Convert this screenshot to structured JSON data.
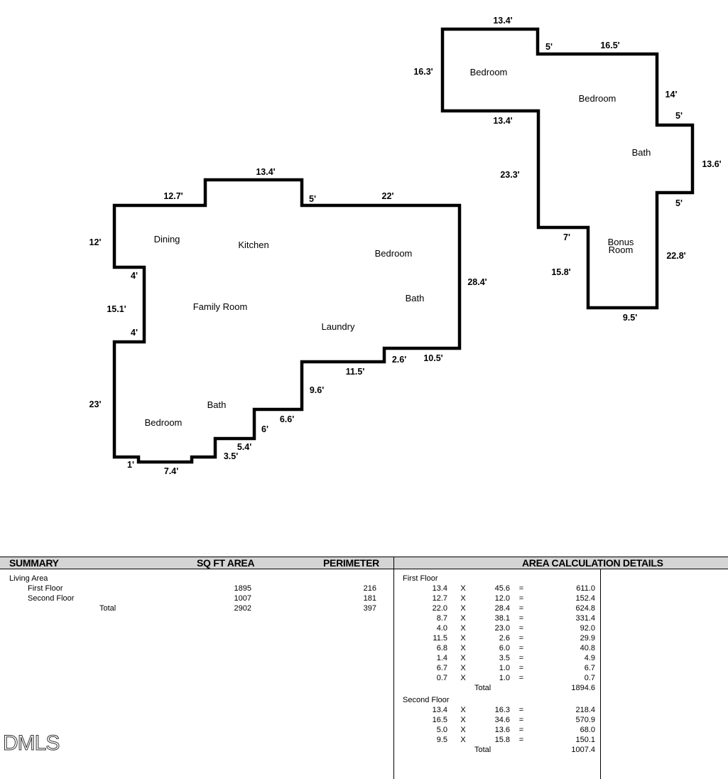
{
  "floor_plan": {
    "first_floor": {
      "dimensions": [
        "13.4'",
        "12.7'",
        "5'",
        "22'",
        "12'",
        "4'",
        "15.1'",
        "4'",
        "28.4'",
        "23'",
        "2.6'",
        "10.5'",
        "11.5'",
        "9.6'",
        "6.6'",
        "6'",
        "5.4'",
        "3.5'",
        "1'",
        "7.4'"
      ],
      "rooms": [
        "Dining",
        "Kitchen",
        "Bedroom",
        "Family Room",
        "Bath",
        "Laundry",
        "Bath",
        "Bedroom"
      ]
    },
    "second_floor": {
      "dimensions": [
        "13.4'",
        "5'",
        "16.5'",
        "16.3'",
        "14'",
        "5'",
        "13.4'",
        "13.6'",
        "23.3'",
        "5'",
        "7'",
        "22.8'",
        "15.8'",
        "9.5'"
      ],
      "rooms": [
        "Bedroom",
        "Bedroom",
        "Bath",
        "Bonus",
        "Room"
      ]
    }
  },
  "summary": {
    "headers": {
      "summary": "SUMMARY",
      "area": "SQ FT AREA",
      "perimeter": "PERIMETER",
      "details": "AREA CALCULATION DETAILS"
    },
    "section": "Living Area",
    "rows": [
      {
        "label": "First Floor",
        "area": "1895",
        "perimeter": "216"
      },
      {
        "label": "Second Floor",
        "area": "1007",
        "perimeter": "181"
      },
      {
        "label": "Total",
        "area": "2902",
        "perimeter": "397"
      }
    ]
  },
  "area_details": {
    "operator": "X",
    "equals": "=",
    "total_label": "Total",
    "first_floor": {
      "title": "First Floor",
      "rows": [
        [
          "13.4",
          "45.6",
          "611.0"
        ],
        [
          "12.7",
          "12.0",
          "152.4"
        ],
        [
          "22.0",
          "28.4",
          "624.8"
        ],
        [
          "8.7",
          "38.1",
          "331.4"
        ],
        [
          "4.0",
          "23.0",
          "92.0"
        ],
        [
          "11.5",
          "2.6",
          "29.9"
        ],
        [
          "6.8",
          "6.0",
          "40.8"
        ],
        [
          "1.4",
          "3.5",
          "4.9"
        ],
        [
          "6.7",
          "1.0",
          "6.7"
        ],
        [
          "0.7",
          "1.0",
          "0.7"
        ]
      ],
      "total": "1894.6"
    },
    "second_floor": {
      "title": "Second Floor",
      "rows": [
        [
          "13.4",
          "16.3",
          "218.4"
        ],
        [
          "16.5",
          "34.6",
          "570.9"
        ],
        [
          "5.0",
          "13.6",
          "68.0"
        ],
        [
          "9.5",
          "15.8",
          "150.1"
        ]
      ],
      "total": "1007.4"
    }
  },
  "watermark": "DMLS"
}
